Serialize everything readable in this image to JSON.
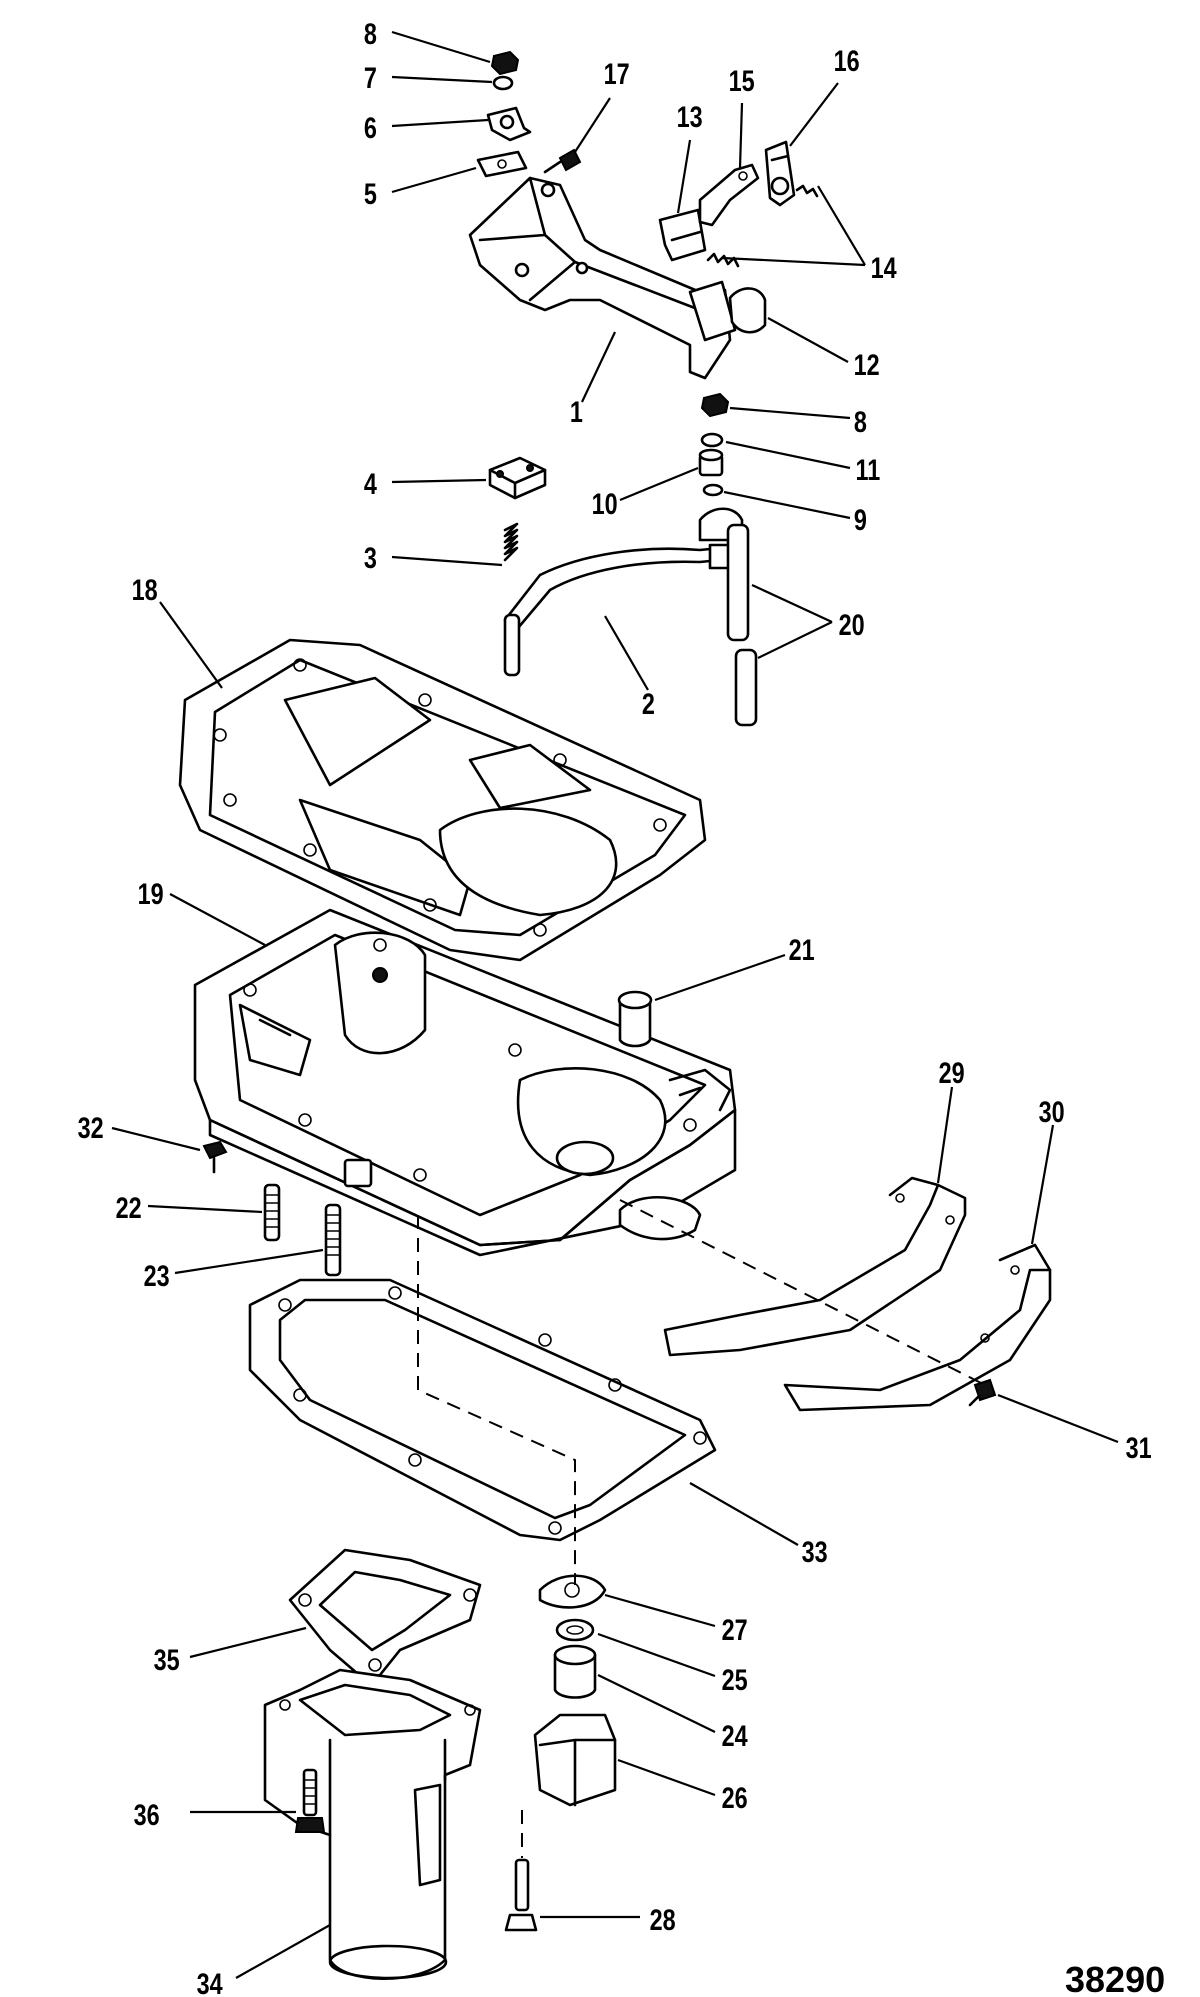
{
  "figure_number": "38290",
  "callouts": [
    "1",
    "2",
    "3",
    "4",
    "5",
    "6",
    "7",
    "8",
    "8",
    "9",
    "10",
    "11",
    "12",
    "13",
    "14",
    "15",
    "16",
    "17",
    "18",
    "19",
    "20",
    "21",
    "22",
    "23",
    "24",
    "25",
    "26",
    "27",
    "28",
    "29",
    "30",
    "31",
    "32",
    "33",
    "34",
    "35",
    "36"
  ]
}
